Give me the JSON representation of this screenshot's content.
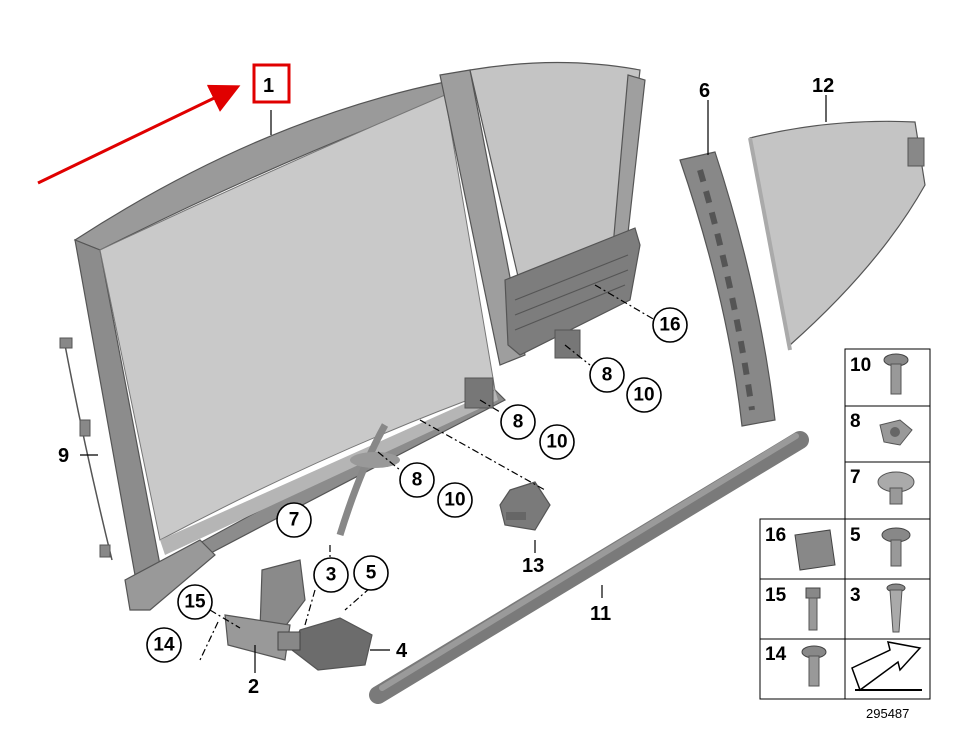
{
  "highlight": {
    "label": "1",
    "color": "#e00000"
  },
  "callouts": {
    "c1": "1",
    "c2": "2",
    "c3": "3",
    "c4": "4",
    "c5": "5",
    "c6": "6",
    "c7": "7",
    "c8a": "8",
    "c8b": "8",
    "c8c": "8",
    "c9": "9",
    "c10a": "10",
    "c10b": "10",
    "c10c": "10",
    "c11": "11",
    "c12": "12",
    "c13": "13",
    "c14": "14",
    "c15": "15",
    "c16": "16"
  },
  "legend": [
    "10",
    "8",
    "7",
    "16",
    "5",
    "15",
    "3",
    "14"
  ],
  "reference_number": "295487"
}
